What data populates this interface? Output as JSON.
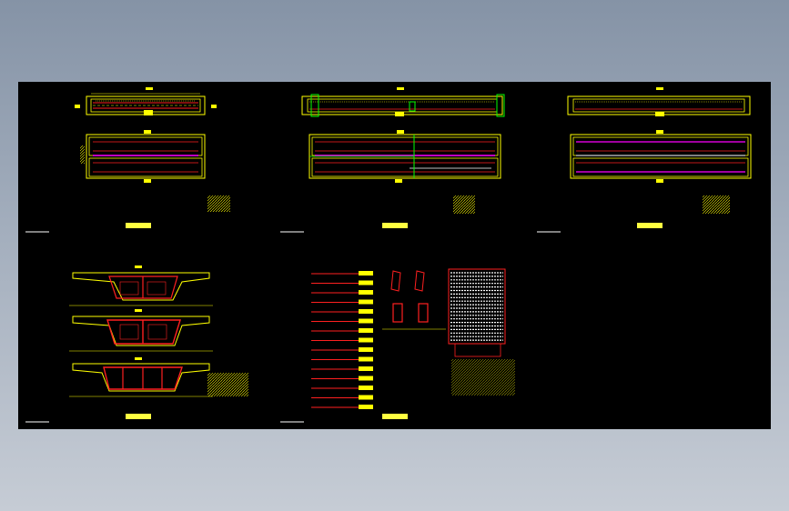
{
  "viewer": {
    "background_top": "#8593a6",
    "background_bottom": "#c6ccd5",
    "sheet_color": "#000000"
  },
  "colors": {
    "outline_yellow": "#ffff00",
    "rebar_red": "#ff2020",
    "rebar_magenta": "#ff00ff",
    "dim_green": "#00ff00",
    "text_white": "#ffffff",
    "note_yellow": "#ffff40"
  },
  "drawing": {
    "panel_count": 5,
    "panels": [
      {
        "name": "plan-elevation-1",
        "kind": "beam-plan"
      },
      {
        "name": "plan-elevation-2",
        "kind": "beam-plan"
      },
      {
        "name": "plan-elevation-3",
        "kind": "beam-plan"
      },
      {
        "name": "box-girder-sections",
        "kind": "cross-section"
      },
      {
        "name": "rebar-detail-schedule",
        "kind": "rebar-schedule"
      }
    ]
  }
}
